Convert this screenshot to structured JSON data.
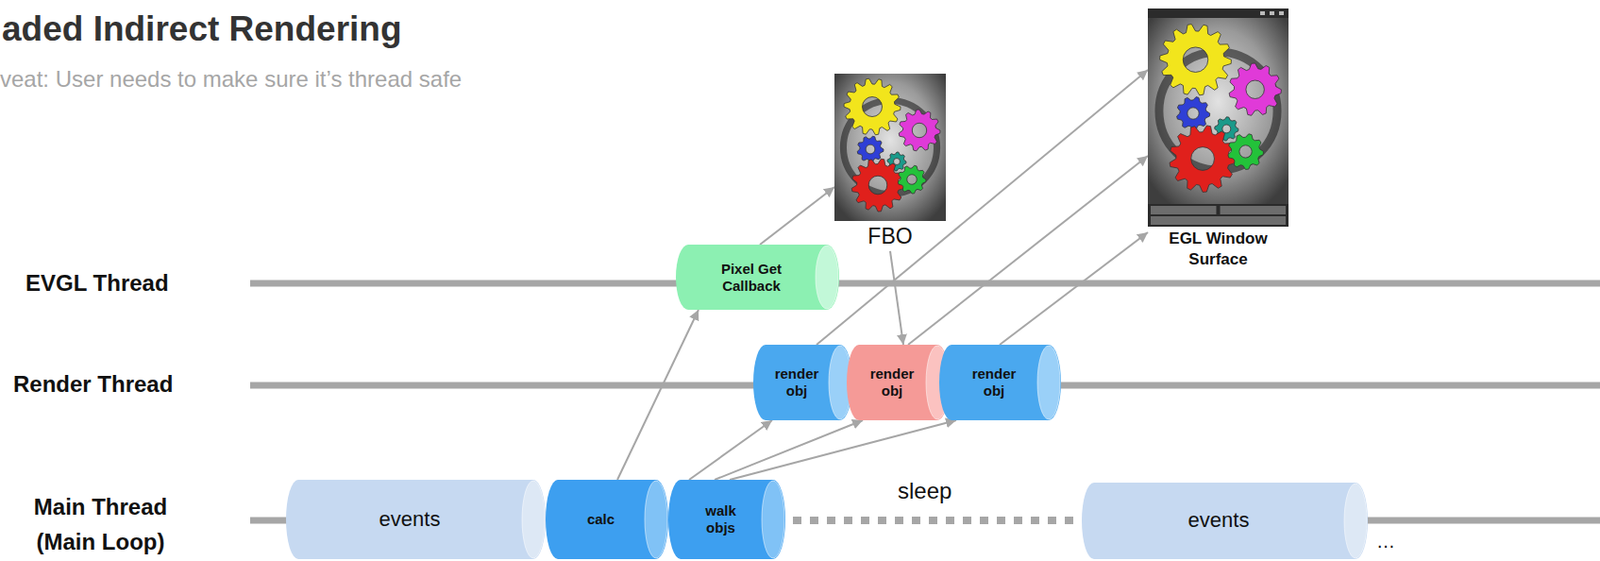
{
  "diagram": {
    "title": "aded Indirect Rendering",
    "nodes": [
      {
        "text": [
          "Pixel Get Callback"
        ]
      },
      {
        "text": [
          "FBO"
        ]
      },
      {
        "text": [
          "EGL Window Surface"
        ]
      },
      {
        "text": [
          "render obj"
        ]
      },
      {
        "text": [
          "render obj"
        ]
      },
      {
        "text": [
          "render obj"
        ]
      },
      {
        "text": [
          "events"
        ]
      },
      {
        "text": [
          "calc"
        ]
      },
      {
        "text": [
          "walk objs"
        ]
      },
      {
        "text": [
          "events"
        ]
      }
    ],
    "edges": [
      {
        "from": 7,
        "to": 0,
        "arrow": "to"
      },
      {
        "from": 0,
        "to": 1,
        "arrow": "to"
      },
      {
        "from": 1,
        "to": 4,
        "arrow": "to"
      },
      {
        "from": 8,
        "to": 3,
        "arrow": "to"
      },
      {
        "from": 8,
        "to": 4,
        "arrow": "to"
      },
      {
        "from": 8,
        "to": 5,
        "arrow": "to"
      },
      {
        "from": 3,
        "to": 2,
        "arrow": "to"
      },
      {
        "from": 4,
        "to": 2,
        "arrow": "to"
      },
      {
        "from": 5,
        "to": 2,
        "arrow": "to"
      }
    ],
    "labels": [
      "veat: User needs to make sure it’s thread safe",
      "EVGL Thread",
      "Render Thread",
      "Main Thread (Main Loop)",
      "sleep",
      "…"
    ]
  }
}
